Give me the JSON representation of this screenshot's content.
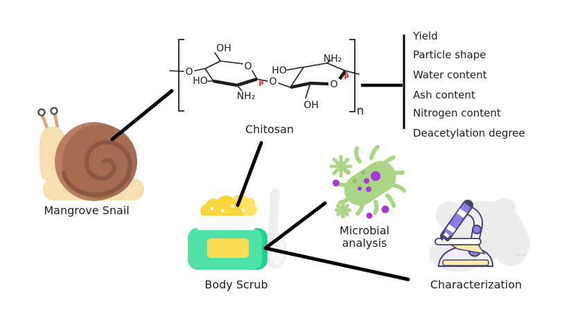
{
  "nodes": {
    "snail": {
      "label": "Mangrove Snail"
    },
    "chitosan": {
      "label": "Chitosan"
    },
    "body_scrub": {
      "label": "Body Scrub"
    },
    "microbial": {
      "line1": "Microbial",
      "line2": "analysis"
    },
    "characterization": {
      "label": "Characterization"
    }
  },
  "properties": {
    "items": [
      "Yield",
      "Particle shape",
      "Water content",
      "Ash content",
      "Nitrogen content",
      "Deacetylation degree"
    ]
  },
  "chemistry": {
    "oh": "OH",
    "ho": "HO",
    "nh2": "NH₂",
    "o": "O",
    "beta": "β",
    "n": "n"
  },
  "colors": {
    "text": "#1d1d1d",
    "line": "#000000",
    "structure": "#1c1c1c",
    "beta-red": "#e01414",
    "snail-shell": "#a56c52",
    "snail-shell-light": "#b67f63",
    "snail-spiral": "#8d5843",
    "snail-body": "#f6dfb2",
    "snail-antenna": "#d7a67b",
    "jar-green": "#4ee2a7",
    "jar-green-dark": "#17d694",
    "jar-label-yellow": "#fbdf55",
    "scrub-yellow": "#fbd53c",
    "scrub-yellow-light": "#ffe35e",
    "spoon-grey": "#efeff0",
    "microbe-green": "#a9d584",
    "microbe-green-dark": "#8cc168",
    "microbe-purple": "#a637d8",
    "scope-purple": "#8b7eea",
    "scope-outline": "#43436b",
    "scope-light": "#f0f0fb",
    "scope-yellow": "#f8ecb2",
    "blob-grey": "#ececec"
  }
}
